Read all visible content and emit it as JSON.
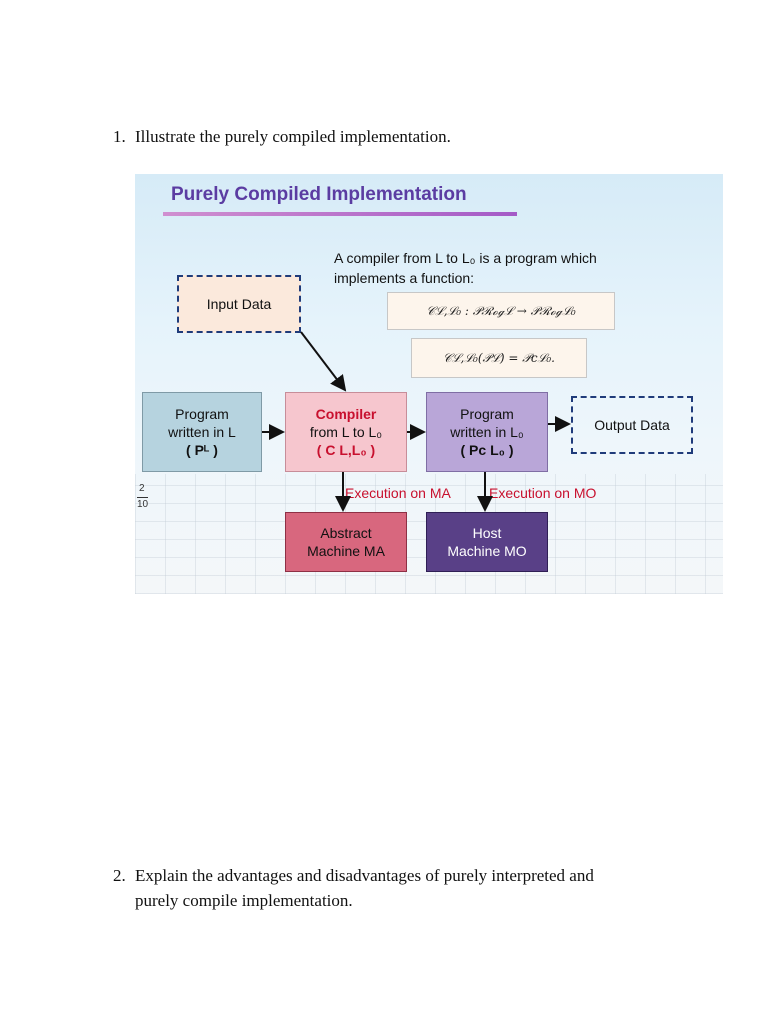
{
  "questions": [
    {
      "number": "1.",
      "text": "Illustrate the purely compiled implementation."
    },
    {
      "number": "2.",
      "text_line1": "Explain the advantages and disadvantages of purely interpreted and",
      "text_line2": "purely compile implementation."
    }
  ],
  "slide": {
    "title": "Purely Compiled Implementation",
    "description_line1": "A compiler from L to L₀ is a program which",
    "description_line2": "implements a function:",
    "formula1": "𝒞ℒ,ℒ₀ : 𝒫ℛℴℊℒ → 𝒫ℛℴℊℒ₀",
    "formula2": "𝒞ℒ,ℒ₀(𝒫ℒ) = 𝒫cℒ₀.",
    "boxes": {
      "input_data": "Input Data",
      "program_l": {
        "line1": "Program",
        "line2": "written in L",
        "line3": "( Pᴸ )"
      },
      "compiler": {
        "line1": "Compiler",
        "line2": "from L to L₀",
        "line3": "( C L,L₀ )"
      },
      "program_lo": {
        "line1": "Program",
        "line2": "written in L₀",
        "line3": "( Pc L₀ )"
      },
      "output_data": "Output Data",
      "abstract_machine": {
        "line1": "Abstract",
        "line2": "Machine MA"
      },
      "host_machine": {
        "line1": "Host",
        "line2": "Machine MO"
      }
    },
    "exec_ma": "Execution on MA",
    "exec_mo": "Execution on MO",
    "page_number": "2",
    "page_total": "10"
  }
}
